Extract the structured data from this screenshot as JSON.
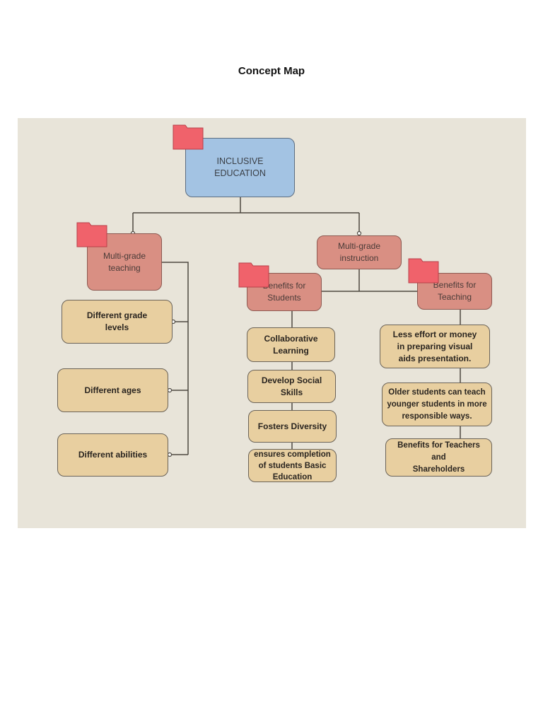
{
  "page": {
    "title": "Concept Map"
  },
  "diagram": {
    "root": "INCLUSIVE\nEDUCATION",
    "left_branch": {
      "label": "Multi-grade\nteaching",
      "items": [
        "Different grade\nlevels",
        "Different ages",
        "Different abilities"
      ]
    },
    "right_branch": {
      "label": "Multi-grade\ninstruction",
      "students": {
        "label": "Benefits for\nStudents",
        "items": [
          "Collaborative\nLearning",
          "Develop Social\nSkills",
          "Fosters Diversity",
          "ensures completion\nof students Basic\nEducation"
        ]
      },
      "teaching": {
        "label": "Benefits for\nTeaching",
        "items": [
          "Less effort or money\nin preparing visual\naids presentation.",
          "Older students can teach\nyounger students in more\nresponsible ways.",
          "Benefits for Teachers and\nShareholders"
        ]
      }
    },
    "colors": {
      "background": "#e8e4d9",
      "root": "#a3c3e3",
      "category": "#d98f83",
      "leaf": "#e8cfa0",
      "folder_flag": "#f0626b",
      "line": "#4d4840"
    }
  }
}
